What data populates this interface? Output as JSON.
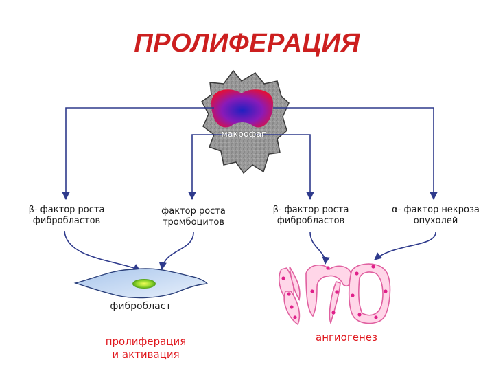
{
  "title": "ПРОЛИФЕРАЦИЯ",
  "macrophage": {
    "label": "макрофаг"
  },
  "factors": {
    "f1": {
      "symbol": "β",
      "line1": "- фактор роста",
      "line2": "фибробластов"
    },
    "f2": {
      "line1": "фактор роста",
      "line2": "тромбоцитов"
    },
    "f3": {
      "symbol": "β",
      "line1": "- фактор роста",
      "line2": "фибробластов"
    },
    "f4": {
      "symbol": "α",
      "line1": "- фактор некроза",
      "line2": "опухолей"
    }
  },
  "fibroblast": {
    "label": "фибробласт"
  },
  "proliferation": {
    "line1": "пролиферация",
    "line2": "и активация"
  },
  "angiogenesis": {
    "label": "ангиогенез"
  },
  "colors": {
    "title": "#cc1f1f",
    "arrows": "#2e3a8c",
    "cell_outline": "#e060a0",
    "cell_fill": "#ffd6e8",
    "fibroblast_fill": "#d8e6f8"
  }
}
